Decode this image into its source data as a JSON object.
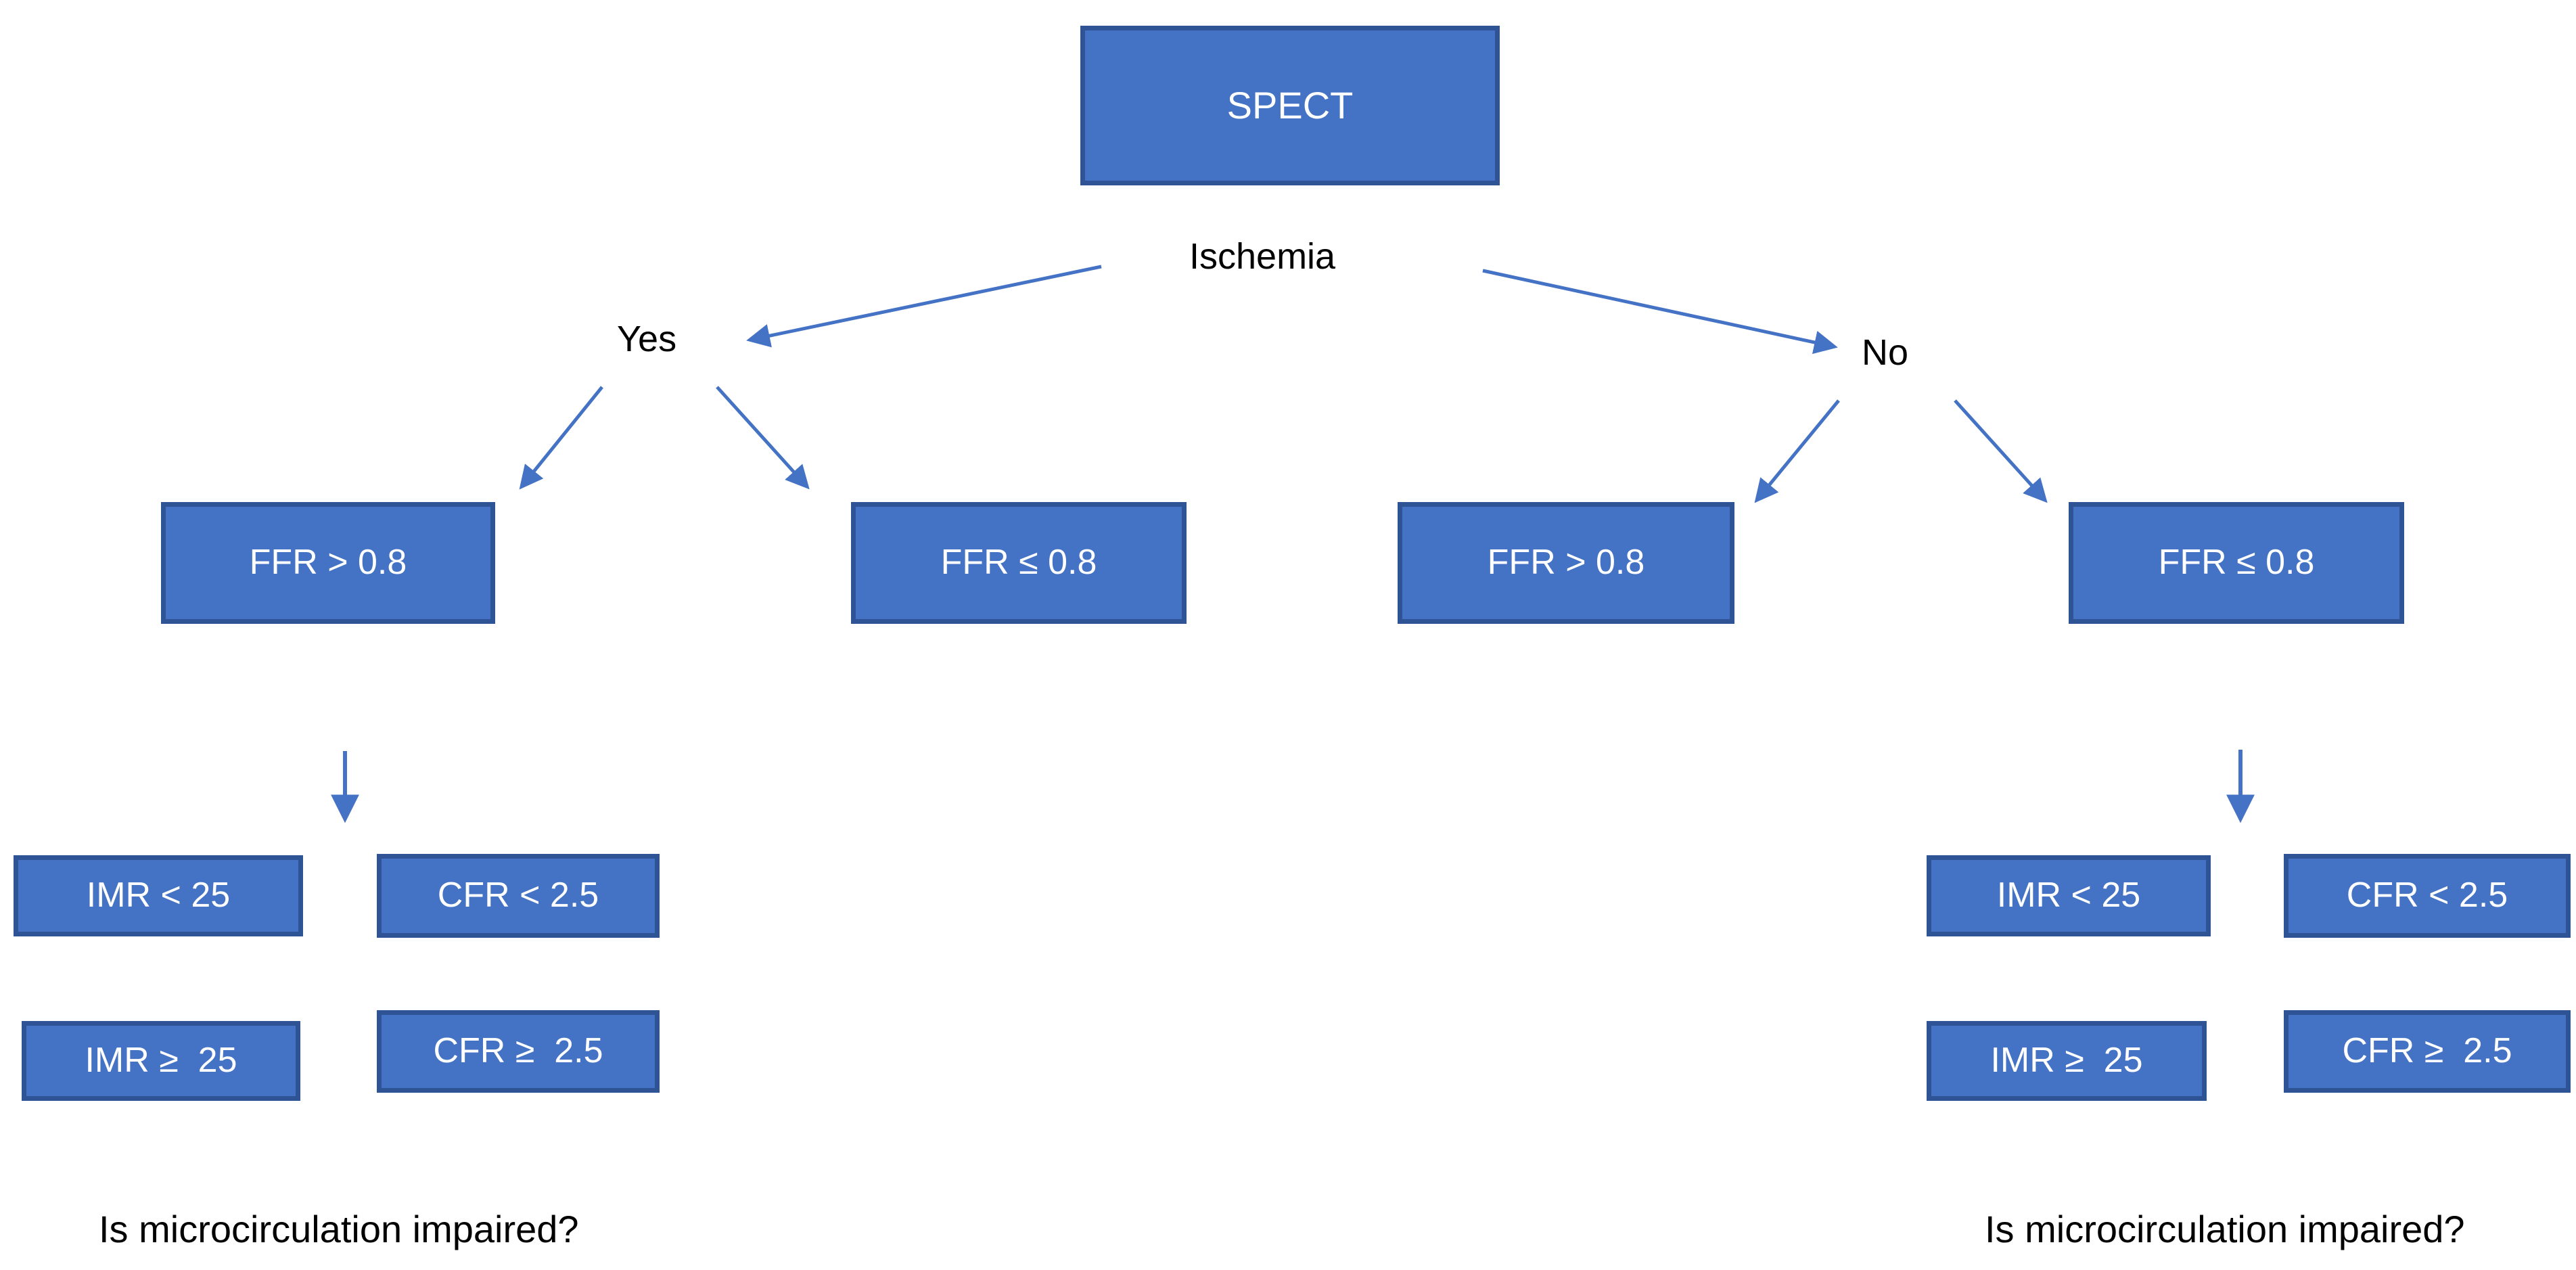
{
  "diagram": {
    "title_node": {
      "label": "SPECT"
    },
    "branch_question": "Ischemia",
    "branches": [
      {
        "label": "Yes"
      },
      {
        "label": "No"
      }
    ],
    "ffr_nodes": [
      {
        "label": "FFR > 0.8"
      },
      {
        "label": "FFR ≤ 0.8"
      },
      {
        "label": "FFR > 0.8"
      },
      {
        "label": "FFR ≤ 0.8"
      }
    ],
    "left_group": {
      "nodes": [
        {
          "label": "IMR < 25"
        },
        {
          "label": "CFR < 2.5"
        },
        {
          "label": "IMR ≥  25"
        },
        {
          "label": "CFR ≥  2.5"
        }
      ],
      "caption": "Is microcirculation impaired?"
    },
    "right_group": {
      "nodes": [
        {
          "label": "IMR < 25"
        },
        {
          "label": "CFR < 2.5"
        },
        {
          "label": "IMR ≥  25"
        },
        {
          "label": "CFR ≥  2.5"
        }
      ],
      "caption": "Is microcirculation impaired?"
    },
    "colors": {
      "node_fill": "#4472C4",
      "node_border": "#2F5496",
      "node_text": "#FFFFFF",
      "arrow": "#4472C4",
      "label_text": "#000000",
      "background": "#FFFFFF"
    }
  }
}
